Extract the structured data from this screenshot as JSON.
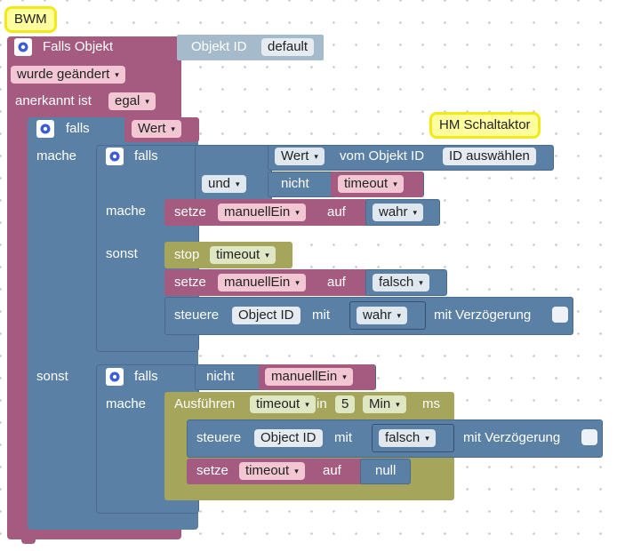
{
  "comments": {
    "main": "BWM",
    "actor": "HM Schaltaktor"
  },
  "trigger": {
    "label": "Falls Objekt",
    "object_label": "Objekt ID",
    "object_value": "default",
    "changed": "wurde geändert",
    "acknowledged_label": "anerkannt ist",
    "acknowledged_value": "egal"
  },
  "if_outer": {
    "label": "falls",
    "condition": "Wert",
    "do_label": "mache",
    "else_label": "sonst"
  },
  "if_inner": {
    "label": "falls",
    "value_dropdown": "Wert",
    "from_object": "vom Objekt ID",
    "object_select": "ID auswählen",
    "and": "und",
    "not": "nicht",
    "timeout_var": "timeout",
    "do_label": "mache",
    "else_label": "sonst"
  },
  "then_set": {
    "set": "setze",
    "var": "manuellEin",
    "to": "auf",
    "value": "wahr"
  },
  "else_branch": {
    "stop": "stop",
    "stop_var": "timeout",
    "set": "setze",
    "var": "manuellEin",
    "to": "auf",
    "value": "falsch",
    "control": "steuere",
    "control_obj": "Object ID",
    "with": "mit",
    "control_value": "wahr",
    "delay": "mit Verzögerung"
  },
  "outer_else_if": {
    "label": "falls",
    "not": "nicht",
    "var": "manuellEin",
    "do_label": "mache"
  },
  "timeout_block": {
    "execute": "Ausführen",
    "var": "timeout",
    "in": "in",
    "amount": "5",
    "unit": "Min",
    "ms": "ms",
    "control": "steuere",
    "control_obj": "Object ID",
    "with": "mit",
    "control_value": "falsch",
    "delay": "mit Verzögerung",
    "set": "setze",
    "set_var": "timeout",
    "to": "auf",
    "null_value": "null"
  },
  "colors": {
    "trigger": "#a55b80",
    "logic": "#5b80a5",
    "variable": "#a55b80",
    "timer": "#a5a55b",
    "object": "#a5bbcc"
  },
  "icons": {
    "gear": "gear-icon",
    "dropdown": "triangle-down",
    "checkbox": "checkbox-icon"
  }
}
